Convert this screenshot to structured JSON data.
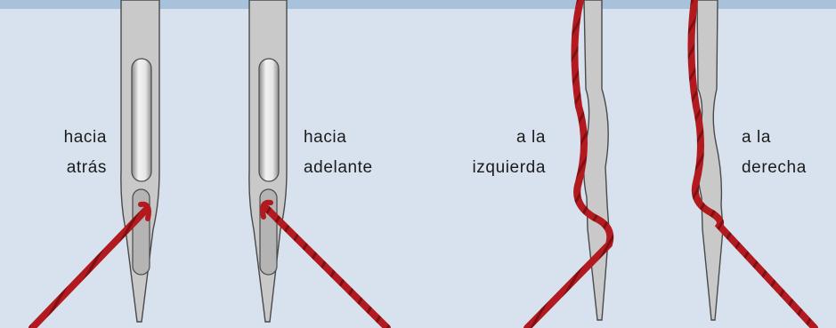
{
  "colors": {
    "background": "#d8e2ee",
    "top_band": "#a9c2dc",
    "needle_fill": "#c9c9c9",
    "needle_stroke": "#4a4a4a",
    "thread": "#b31a1f"
  },
  "labels": [
    {
      "lines": [
        "hacia",
        "atrás"
      ]
    },
    {
      "lines": [
        "hacia",
        "adelante"
      ]
    },
    {
      "lines": [
        "a la",
        "izquierda"
      ]
    },
    {
      "lines": [
        "a la",
        "derecha"
      ]
    }
  ]
}
